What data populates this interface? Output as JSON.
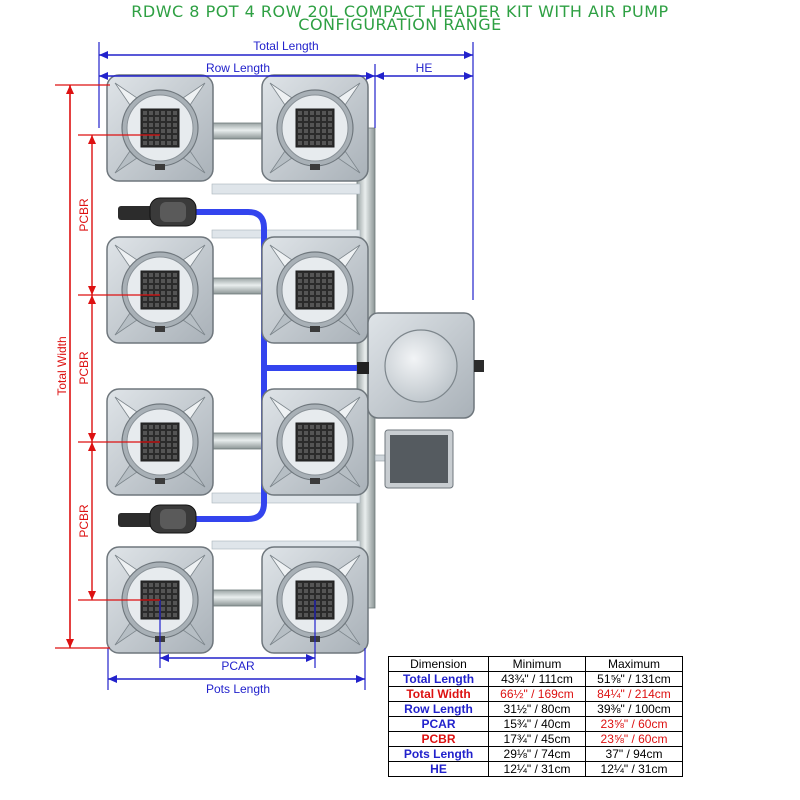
{
  "title": {
    "line1": "RDWC 8 POT 4 ROW 20L COMPACT HEADER KIT WITH AIR PUMP",
    "line2": "CONFIGURATION RANGE"
  },
  "labels": {
    "total_length": "Total Length",
    "row_length": "Row Length",
    "he": "HE",
    "total_width": "Total Width",
    "pcbr": "PCBR",
    "pcar": "PCAR",
    "pots_length": "Pots Length"
  },
  "colors": {
    "title": "#2ea043",
    "blue_dimension": "#2222cc",
    "red_dimension": "#dd1111",
    "pipe": "#3344ee",
    "pot_body": "#c7cdd2"
  },
  "table": {
    "headers": [
      "Dimension",
      "Minimum",
      "Maximum"
    ],
    "rows": [
      {
        "dimension": "Total Length",
        "min": "43¾\" / 111cm",
        "max": "51⅝\" / 131cm",
        "color": "blue"
      },
      {
        "dimension": "Total Width",
        "min": "66½\" / 169cm",
        "max": "84¼\" / 214cm",
        "color": "red"
      },
      {
        "dimension": "Row Length",
        "min": "31½\" / 80cm",
        "max": "39⅜\" / 100cm",
        "color": "blue"
      },
      {
        "dimension": "PCAR",
        "min": "15¾\" / 40cm",
        "max": "23⅝\" / 60cm",
        "color": "blue"
      },
      {
        "dimension": "PCBR",
        "min": "17¾\" / 45cm",
        "max": "23⅝\" / 60cm",
        "color": "red"
      },
      {
        "dimension": "Pots Length",
        "min": "29⅛\" / 74cm",
        "max": "37\" / 94cm",
        "color": "blue"
      },
      {
        "dimension": "HE",
        "min": "12¼\" / 31cm",
        "max": "12¼\" / 31cm",
        "color": "blue"
      }
    ]
  }
}
